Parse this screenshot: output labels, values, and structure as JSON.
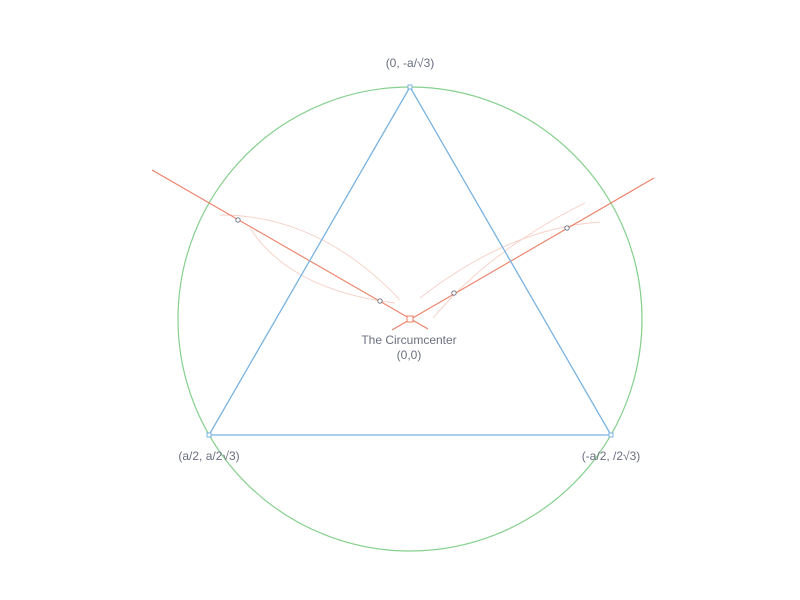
{
  "labels": {
    "top_vertex": "(0, -a/√3)",
    "left_vertex": "(a/2, a/2√3)",
    "right_vertex": "(-a/2, /2√3)",
    "center_title": "The Circumcenter",
    "center_coords": "(0,0)"
  },
  "colors": {
    "triangle": "#7ab3e0",
    "circle": "#86d08e",
    "bisector": "#ec7f66",
    "construction_arc": "#f6cfc6",
    "point_stroke": "#6b6f80",
    "label_text": "#6b6f80"
  }
}
